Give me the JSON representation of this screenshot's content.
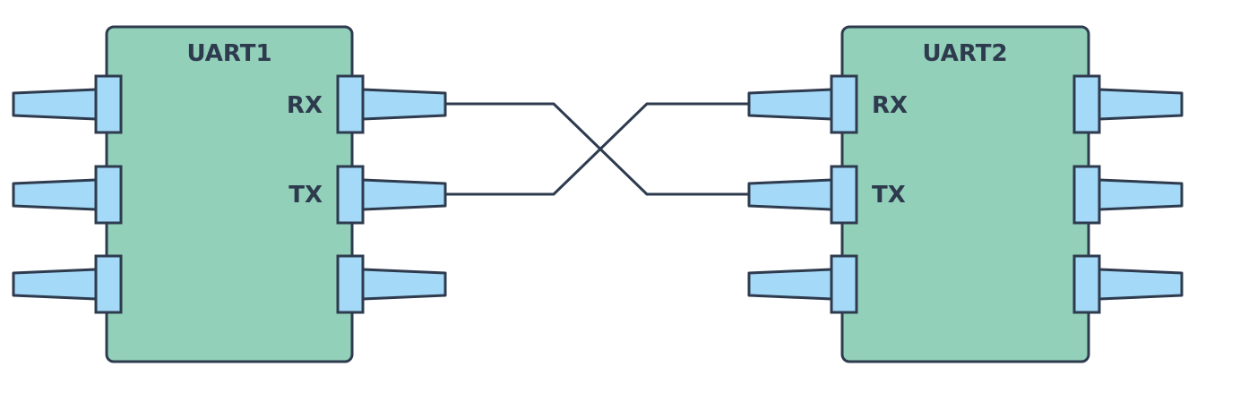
{
  "colors": {
    "chip_fill": "#92d0b9",
    "pin_fill": "#a4d9f7",
    "stroke": "#2e3b4e",
    "background": "#ffffff"
  },
  "uart1": {
    "title": "UART1",
    "rx_label": "RX",
    "tx_label": "TX"
  },
  "uart2": {
    "title": "UART2",
    "rx_label": "RX",
    "tx_label": "TX"
  },
  "connections": [
    {
      "from": "UART1 RX",
      "to": "UART2 TX"
    },
    {
      "from": "UART1 TX",
      "to": "UART2 RX"
    }
  ]
}
